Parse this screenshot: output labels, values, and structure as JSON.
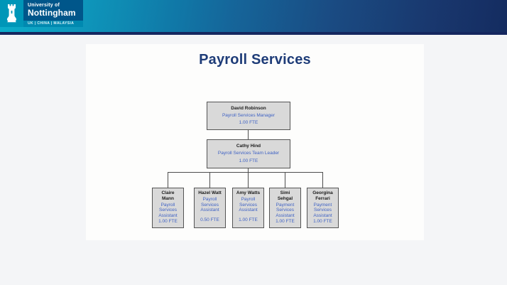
{
  "banner": {
    "logo": {
      "university_prefix": "University of",
      "university_name": "Nottingham",
      "campuses": "UK | CHINA | MALAYSIA",
      "colors": {
        "castle_tile_teal": "#0096b8",
        "panel_blue": "#00568a",
        "strip_blue": "#0089b0"
      }
    },
    "gradient": {
      "from_teal": "#00aac8",
      "to_navy": "#16316b",
      "bottom_strip": "#15275f"
    }
  },
  "page": {
    "title": "Payroll Services",
    "title_color": "#1e3c78"
  },
  "org_chart": {
    "manager": {
      "name": "David Robinson",
      "role": "Payroll Services Manager",
      "fte": "1.00 FTE"
    },
    "team_leader": {
      "name": "Cathy Hind",
      "role": "Payroll Services Team Leader",
      "fte": "1.00 FTE"
    },
    "staff": [
      {
        "name": "Claire Mann",
        "role": "Payroll Services Assistant",
        "fte": "1.00 FTE"
      },
      {
        "name": "Hazel Watt",
        "role": "Payroll Services Assistant",
        "fte": "0.50 FTE"
      },
      {
        "name": "Amy Watts",
        "role": "Payroll Services Assistant",
        "fte": "1.00 FTE"
      },
      {
        "name": "Simi Sehgal",
        "role": "Payment Services Assistant",
        "fte": "1.00 FTE"
      },
      {
        "name": "Georgina Ferrari",
        "role": "Payment Services Assistant",
        "fte": "1.00 FTE"
      }
    ],
    "box_style": {
      "fill": "#d9d9d9",
      "border": "#545454",
      "name_color": "#1a1a1a",
      "role_color": "#3f62c4",
      "connector_color": "#4d4d4d"
    }
  }
}
